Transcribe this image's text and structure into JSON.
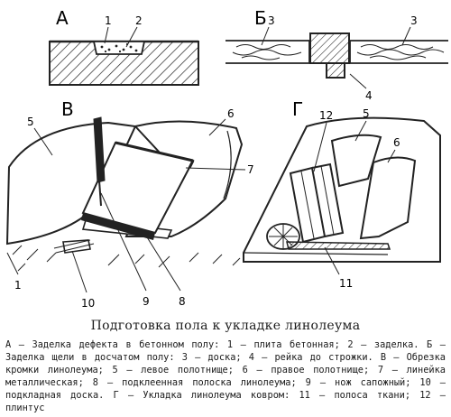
{
  "panels": {
    "a": "А",
    "b": "Б",
    "v": "В",
    "g": "Г"
  },
  "labels": {
    "a_1": "1",
    "a_2": "2",
    "b_3_left": "3",
    "b_3_right": "3",
    "b_4": "4",
    "v_5": "5",
    "v_6": "6",
    "v_7": "7",
    "v_1": "1",
    "v_10": "10",
    "v_9": "9",
    "v_8": "8",
    "g_12": "12",
    "g_5": "5",
    "g_6": "6",
    "g_11": "11"
  },
  "caption": {
    "title": "Подготовка пола к укладке линолеума",
    "text": "А — Заделка дефекта в бетонном полу: 1 — плита бетонная; 2 — заделка. Б — Заделка щели в досчатом полу: 3 — доска; 4 — рейка до строжки. В — Обрезка кромки линолеума; 5 — левое полотнище; 6 — правое полотнище; 7 — линейка металлическая; 8 — подклеенная полоска линолеума; 9 — нож сапожный; 10 — подкладная доска. Г — Укладка линолеума ковром: 11 — полоса ткани; 12 — плинтус"
  }
}
